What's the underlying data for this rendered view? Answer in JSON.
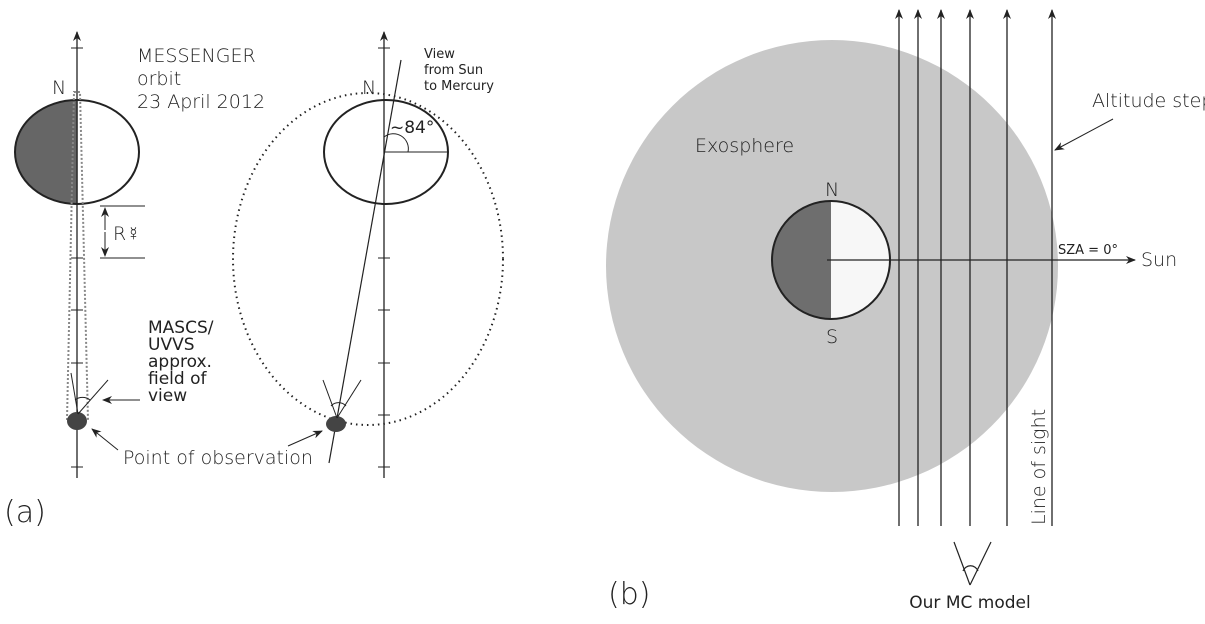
{
  "panel_a": {
    "label": "(a)",
    "title_lines": [
      "MESSENGER",
      "orbit",
      "23 April 2012"
    ],
    "north_left": "N",
    "north_right": "N",
    "radius_label": "R☿",
    "fov_lines": [
      "MASCS/",
      "UVVS",
      "approx.",
      "field of",
      "view"
    ],
    "observation_label": "Point of observation",
    "view_lines": [
      "View",
      "from Sun",
      "to Mercury"
    ],
    "angle_label": "~84°"
  },
  "panel_b": {
    "label": "(b)",
    "exosphere_label": "Exosphere",
    "north": "N",
    "south": "S",
    "sza_label": "SZA = 0°",
    "sun_label": "Sun",
    "altitude_label": "Altitude steps",
    "los_label": "Line of sight",
    "model_label": "Our MC model"
  },
  "colors": {
    "night": "#666666",
    "day": "#f7f7f7",
    "exosphere": "#c8c8c8",
    "line": "#222222"
  }
}
